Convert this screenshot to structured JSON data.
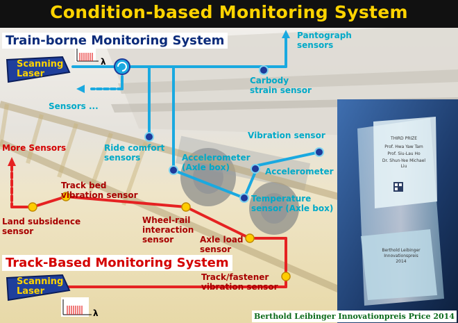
{
  "title": "Condition-based Monitoring System",
  "train_system": {
    "label": "Train-borne Monitoring System",
    "laser_label": "Scanning\nLaser",
    "lambda": "λ",
    "sensors": {
      "pantograph": "Pantograph\nsensors",
      "carbody": "Carbody\nstrain sensor",
      "sensors_more": "Sensors ...",
      "ride_comfort": "Ride comfort\nsensors",
      "vibration": "Vibration sensor",
      "accelerometer_axle": "Accelerometer\n(Axle box)",
      "accelerometer": "Accelerometer",
      "temperature": "Temperature\nsensor (Axle box)"
    }
  },
  "track_system": {
    "label": "Track-Based Monitoring System",
    "laser_label": "Scanning\nLaser",
    "lambda": "λ",
    "sensors": {
      "more": "More Sensors",
      "track_bed": "Track bed\nvibration sensor",
      "land_subsidence": "Land subsidence\nsensor",
      "wheel_rail": "Wheel-rail\ninteraction\nsensor",
      "axle_load": "Axle load\nsensor",
      "track_fastener": "Track/fastener\nvibration sensor"
    }
  },
  "award": {
    "caption": "Berthold Leibinger Innovationpreis Price 2014",
    "plaque_lines": [
      "THIRD PRIZE",
      "Prof. Hwa Yaw Tam",
      "Prof. Siu-Lau Ho",
      "Dr. Shun-Yee Michael",
      "Liu"
    ],
    "base_lines": [
      "Berthold Leibinger",
      "Innovationspreis",
      "2014"
    ]
  },
  "colors": {
    "title": "#ffd400",
    "train_line": "#1aa9e0",
    "track_line": "#e52222",
    "node_train": "#1e3a9a",
    "node_track": "#ffcc00",
    "laser_box": "#1f3f9c"
  }
}
